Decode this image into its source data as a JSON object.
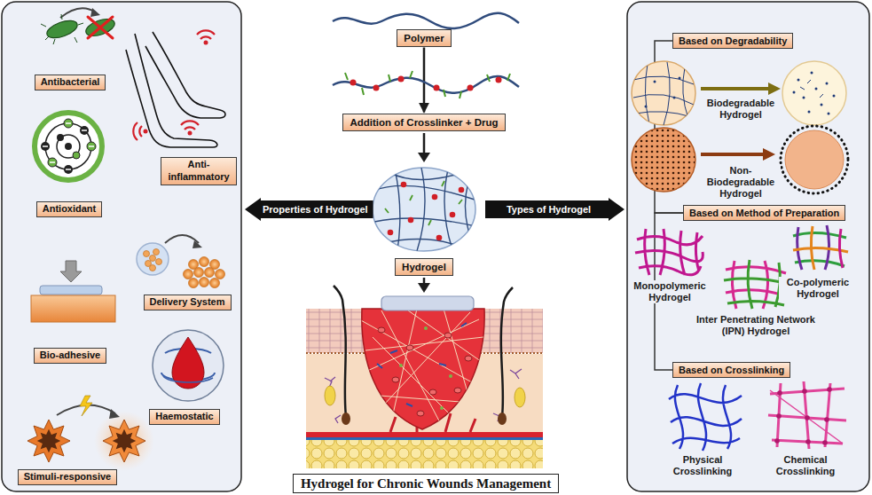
{
  "diagram": {
    "title": "Hydrogel for Chronic Wounds Management",
    "nodes": [
      {
        "text": [
          "Polymer"
        ]
      },
      {
        "text": [
          "Addition of Crosslinker + Drug"
        ]
      },
      {
        "text": [
          "Properties of Hydrogel"
        ]
      },
      {
        "text": [
          "Types of Hydrogel"
        ]
      },
      {
        "text": [
          "Hydrogel"
        ]
      },
      {
        "text": [
          "Antibacterial"
        ]
      },
      {
        "text": [
          "Anti-inflammatory"
        ]
      },
      {
        "text": [
          "Antioxidant"
        ]
      },
      {
        "text": [
          "Delivery System"
        ]
      },
      {
        "text": [
          "Bio-adhesive"
        ]
      },
      {
        "text": [
          "Haemostatic"
        ]
      },
      {
        "text": [
          "Stimuli-responsive"
        ]
      },
      {
        "text": [
          "Based on Degradability"
        ]
      },
      {
        "text": [
          "Based on Method of Preparation"
        ]
      },
      {
        "text": [
          "Based on Crosslinking"
        ]
      }
    ],
    "edges": [
      {
        "from": 0,
        "to": 1,
        "arrow": "to"
      },
      {
        "from": 12,
        "to": 13,
        "arrow": "none"
      },
      {
        "from": 13,
        "to": 14,
        "arrow": "none"
      }
    ],
    "labels": [
      "Biodegradable Hydrogel",
      "Non-Biodegradable Hydrogel",
      "Monopolymeric Hydrogel",
      "Co-polymeric Hydrogel",
      "Inter Penetrating Network (IPN) Hydrogel",
      "Physical Crosslinking",
      "Chemical Crosslinking"
    ]
  }
}
